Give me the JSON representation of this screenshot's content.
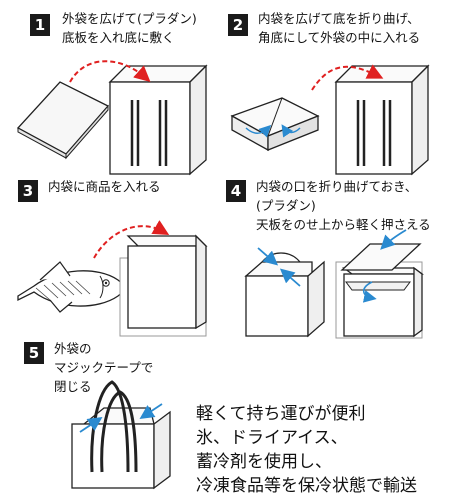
{
  "steps": [
    {
      "number": "1",
      "lines": [
        "外袋を広げて(プラダン)",
        "底板を入れ底に敷く"
      ]
    },
    {
      "number": "2",
      "lines": [
        "内袋を広げて底を折り曲げ、",
        "角底にして外袋の中に入れる"
      ]
    },
    {
      "number": "3",
      "lines": [
        "内袋に商品を入れる"
      ]
    },
    {
      "number": "4",
      "lines": [
        "内袋の口を折り曲げておき、",
        "(プラダン)",
        "天板をのせ上から軽く押さえる"
      ]
    },
    {
      "number": "5",
      "lines": [
        "外袋の",
        "マジックテープで",
        "閉じる"
      ]
    }
  ],
  "tagline": [
    "軽くて持ち運びが便利",
    "氷、ドライアイス、",
    "蓄冷剤を使用し、",
    "冷凍食品等を保冷状態で輸送"
  ],
  "colors": {
    "arrow_red": "#e02020",
    "arrow_blue": "#2a8ad0",
    "badge": "#1a1a1a"
  }
}
